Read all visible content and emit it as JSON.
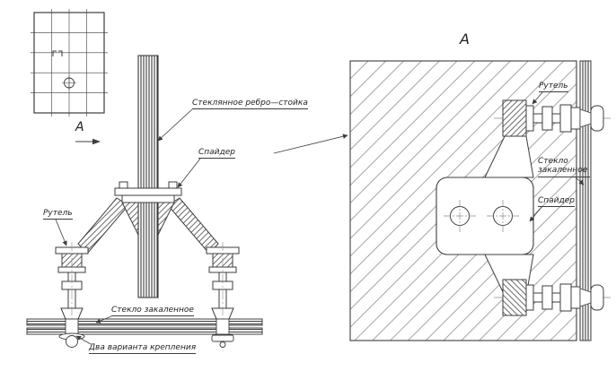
{
  "section_mark": {
    "label": "А"
  },
  "detail": {
    "title": "А"
  },
  "labels": {
    "glass_fin": "Стеклянное ребро—стойка",
    "spider": "Спайдер",
    "rotule": "Рутель",
    "tempered_glass": "Стекло закаленное",
    "two_mount_variants": "Два варианта крепления",
    "detail_rotule": "Рутель",
    "detail_tempered_glass": "Стекло закаленное",
    "detail_spider": "Спайдер"
  },
  "colors": {
    "line": "#3c3c3c",
    "hatch": "#9a9a9a",
    "centerline": "#8a8a8a",
    "label_text": "#222222",
    "background": "#ffffff"
  }
}
